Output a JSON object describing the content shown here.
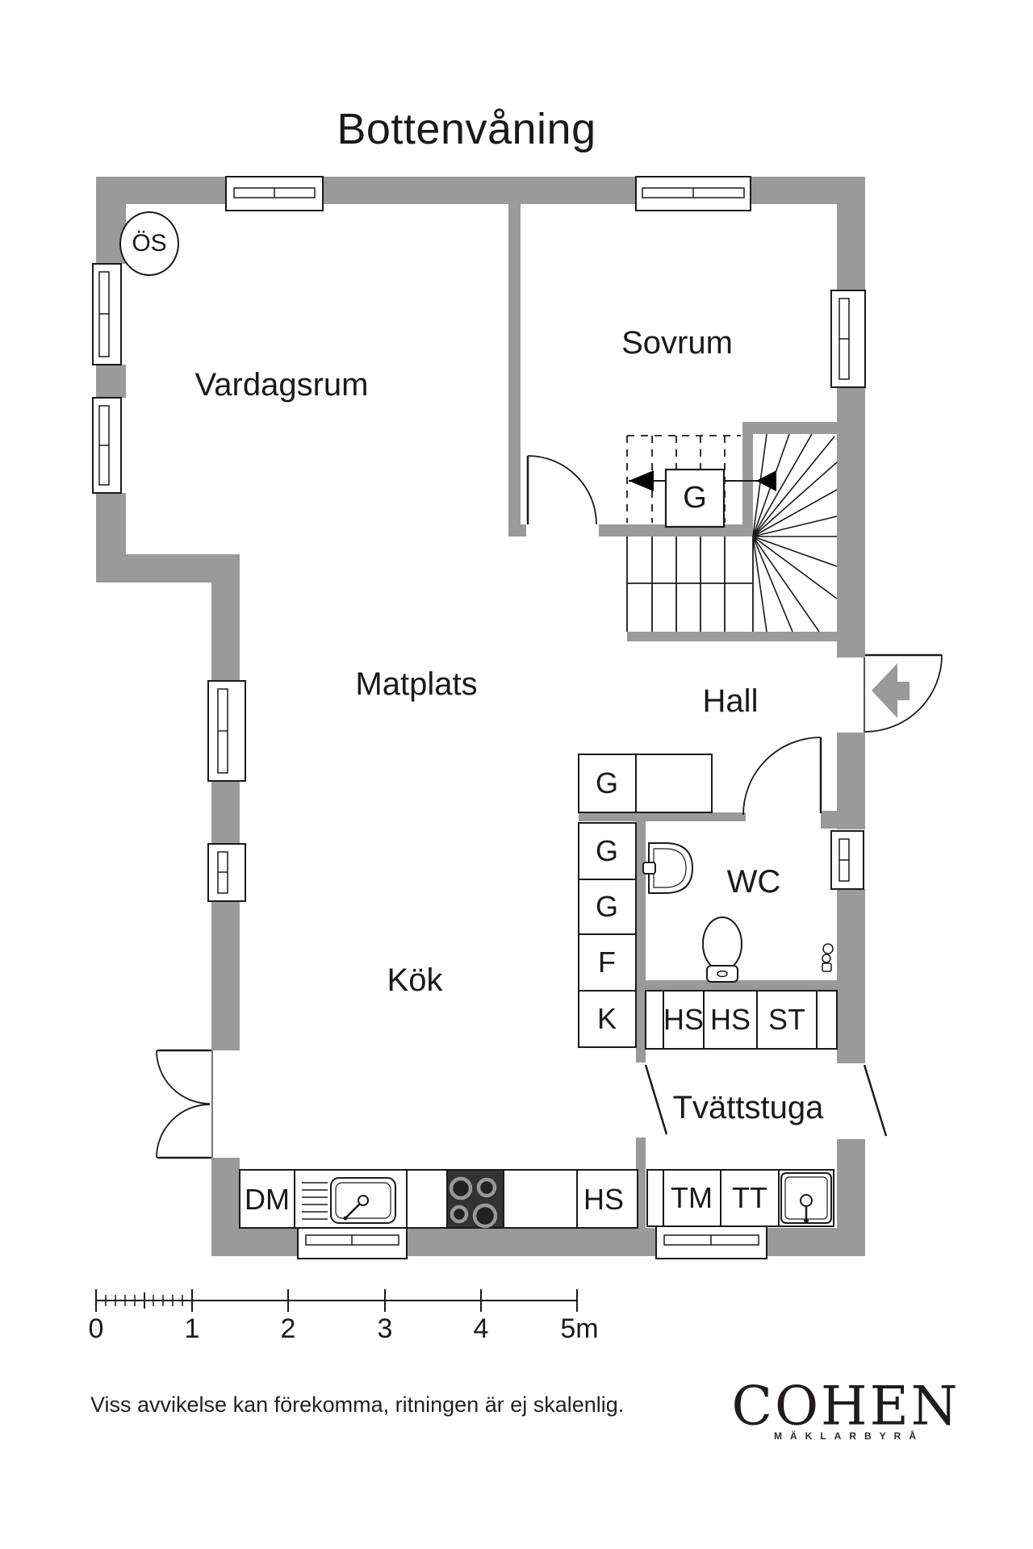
{
  "title": "Bottenvåning",
  "markers": {
    "os": "ÖS",
    "closet_g": "G"
  },
  "rooms": {
    "vardagsrum": "Vardagsrum",
    "sovrum": "Sovrum",
    "matplats": "Matplats",
    "hall": "Hall",
    "kok": "Kök",
    "wc": "WC",
    "tvattstuga": "Tvättstuga"
  },
  "cabinets": {
    "hall_g": "G",
    "g_upper": "G",
    "g_lower": "G",
    "f": "F",
    "k": "K",
    "hs_wc_1": "HS",
    "hs_wc_2": "HS",
    "st": "ST",
    "dm": "DM",
    "hs_kitchen": "HS",
    "tm": "TM",
    "tt": "TT"
  },
  "scale_bar": {
    "labels": [
      "0",
      "1",
      "2",
      "3",
      "4",
      "5m"
    ]
  },
  "disclaimer": "Viss avvikelse kan förekomma, ritningen är ej skalenlig.",
  "brand": {
    "name": "COHEN",
    "tagline": "MÄKLARBYRÅ"
  },
  "colors": {
    "wall": "#9a9a9a",
    "line": "#1a1a1a",
    "hob_dark": "#333333",
    "entry_arrow": "#9a9a9a"
  }
}
